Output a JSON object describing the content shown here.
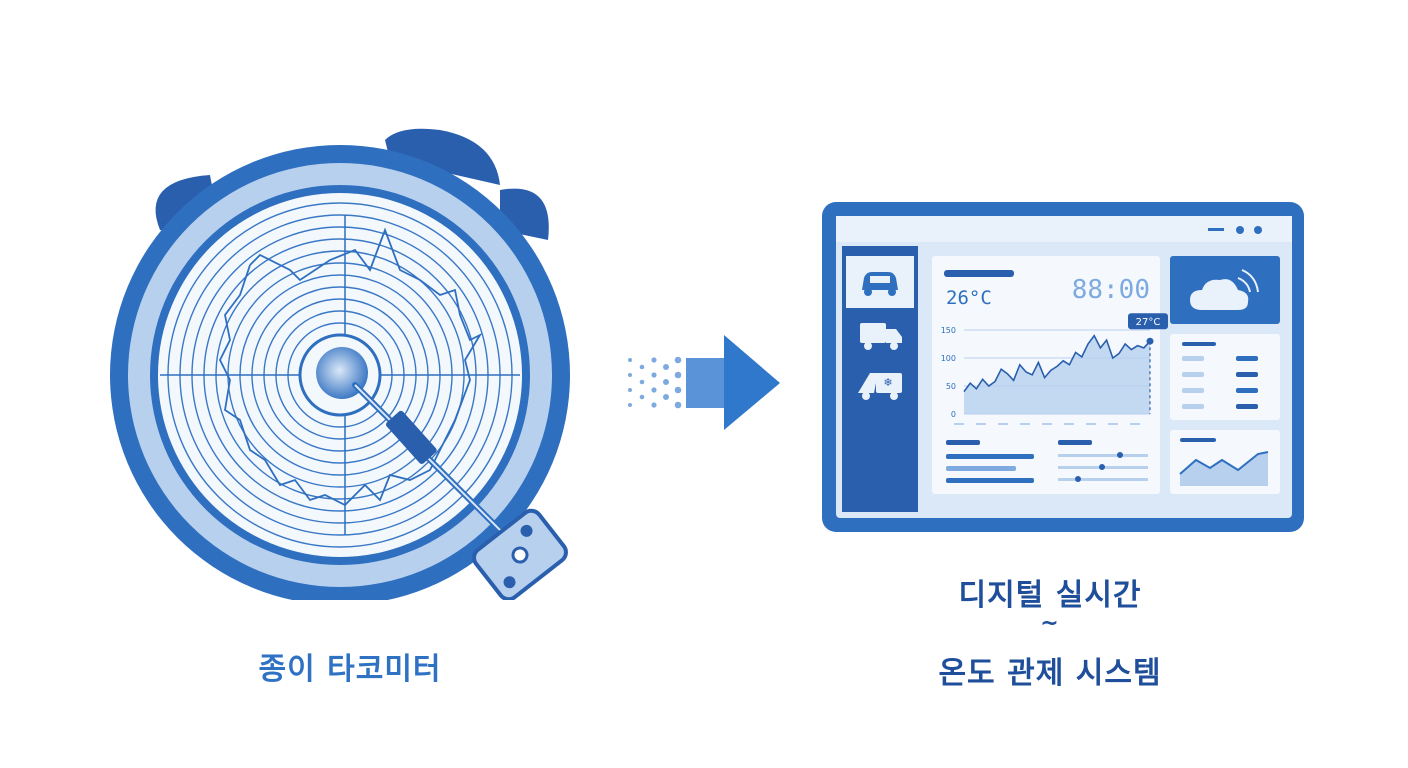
{
  "left": {
    "caption": "종이 타코미터"
  },
  "right": {
    "caption_line1": "디지털 실시간",
    "caption_tilde": "~",
    "caption_line2": "온도 관제 시스템",
    "screen": {
      "temperature": "26°C",
      "clock": "88:00",
      "marker_label": "27°C",
      "y_ticks": [
        "150",
        "100",
        "50",
        "0"
      ],
      "sidebar_icons": [
        "car-icon",
        "truck-icon",
        "refrigerated-truck-icon"
      ],
      "weather_icon": "cloud-signal-icon"
    }
  },
  "colors": {
    "primary": "#2f6fc0",
    "dark": "#1f4f9a",
    "light": "#dbe8f7"
  },
  "chart_data": {
    "type": "area",
    "x": [
      0,
      1,
      2,
      3,
      4,
      5,
      6,
      7,
      8,
      9,
      10,
      11,
      12,
      13,
      14,
      15,
      16,
      17,
      18,
      19,
      20,
      21,
      22,
      23,
      24,
      25,
      26,
      27,
      28,
      29,
      30
    ],
    "values": [
      40,
      55,
      45,
      62,
      50,
      58,
      80,
      72,
      60,
      88,
      75,
      70,
      92,
      65,
      78,
      85,
      95,
      88,
      110,
      102,
      125,
      140,
      118,
      132,
      100,
      108,
      125,
      115,
      122,
      118,
      130
    ],
    "ylim": [
      0,
      150
    ],
    "y_ticks": [
      0,
      50,
      100,
      150
    ],
    "marker": {
      "x": 30,
      "label": "27°C"
    }
  }
}
